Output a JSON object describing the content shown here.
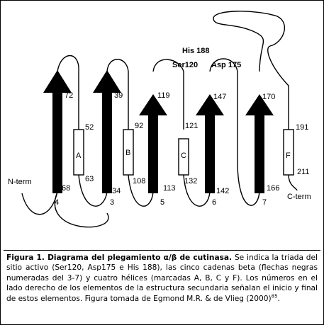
{
  "diagram": {
    "active_site": [
      "His 188",
      "Ser120",
      "Asp 175"
    ],
    "termini": [
      "N-term",
      "C-term"
    ],
    "strands": [
      {
        "number": "4",
        "start": "68",
        "end": "72"
      },
      {
        "number": "3",
        "start": "34",
        "end": "39"
      },
      {
        "number": "5",
        "start": "113",
        "end": "119"
      },
      {
        "number": "6",
        "start": "142",
        "end": "147"
      },
      {
        "number": "7",
        "start": "166",
        "end": "170"
      }
    ],
    "helices": [
      {
        "letter": "A",
        "start": "52",
        "end": "63"
      },
      {
        "letter": "B",
        "start": "92",
        "end": "108"
      },
      {
        "letter": "C",
        "start": "121",
        "end": "132"
      },
      {
        "letter": "F",
        "start": "191",
        "end": "211"
      }
    ]
  },
  "caption": {
    "lead": "Figura 1. Diagrama del plegamiento α/β de cutinasa.",
    "body": "Se indica la triada del sitio activo (Ser120, Asp175 e His 188), las cinco cadenas beta (flechas negras numeradas del 3-7) y cuatro hélices (marcadas A, B, C y F). Los números en el lado derecho de los elementos de la estructura secundaria señalan el inicio y final de estos elementos. Figura tomada de Egmond M.R. & de Vlieg (2000)",
    "ref": "85",
    "tail": "."
  }
}
